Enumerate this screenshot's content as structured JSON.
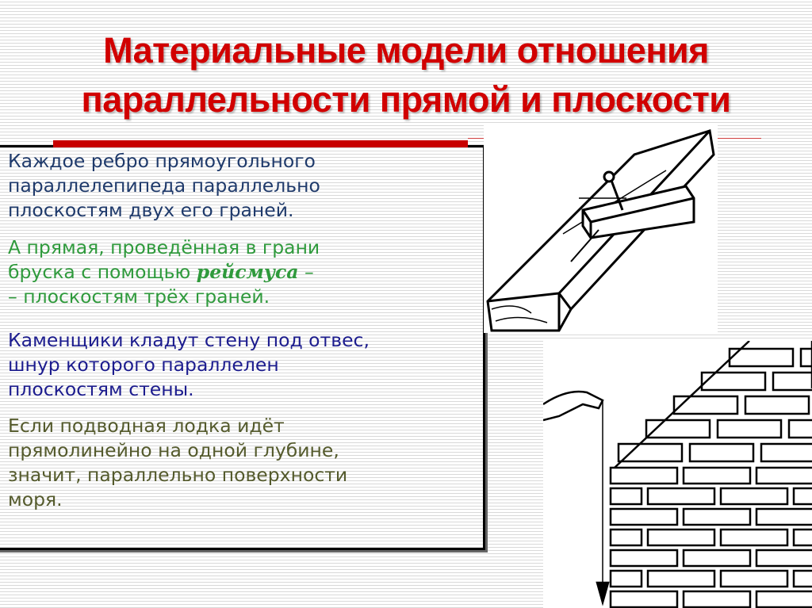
{
  "title": {
    "line1": "Материальные модели отношения",
    "line2": "параллельности прямой и плоскости"
  },
  "paragraphs": [
    {
      "text": "Каждое ребро прямоугольного\nпараллелепипеда параллельно\nплоскостям двух его граней.",
      "color": "#1f3a6b"
    },
    {
      "before": "А прямая, проведённая в грани\nбруска с помощью ",
      "emphasis": "рейсмуса",
      "after": " –\n– плоскостям трёх граней.",
      "color": "#2f9a3c"
    },
    {
      "text": "Каменщики кладут стену под отвес,\nшнур которого параллелен\nплоскостям стены.",
      "color": "#1c1c8e"
    },
    {
      "text": "Если подводная лодка идёт\nпрямолинейно на одной глубине,\nзначит, параллельно поверхности\nморя.",
      "color": "#545a2c"
    }
  ],
  "colors": {
    "title": "#d10000",
    "accent_bar": "#c80000"
  }
}
